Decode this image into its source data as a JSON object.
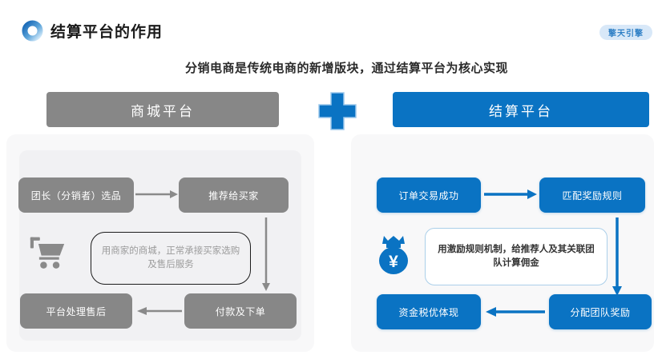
{
  "header": {
    "title": "结算平台的作用",
    "badge": "擎天引擎",
    "subtitle": "分销电商是传统电商的新增版块，通过结算平台为核心实现"
  },
  "mall": {
    "header": "商城平台",
    "step_select": "团长（分销者）选品",
    "step_recommend": "推荐给买家",
    "step_pay": "付款及下单",
    "step_aftersale": "平台处理售后",
    "note": "用商家的商城，正常承接买家选购及售后服务"
  },
  "settlement": {
    "header": "结算平台",
    "step_order": "订单交易成功",
    "step_match": "匹配奖励规则",
    "step_distribute": "分配团队奖励",
    "step_withdraw": "资金税优体现",
    "note": "用激励规则机制，给推荐人及其关联团队计算佣金",
    "currency_symbol": "¥"
  },
  "colors": {
    "accent_blue": "#0a73c3",
    "node_gray": "#878787",
    "badge_bg": "#d8e8f8",
    "badge_text": "#2e7fc5",
    "panel_bg": "#f8f8f9"
  }
}
